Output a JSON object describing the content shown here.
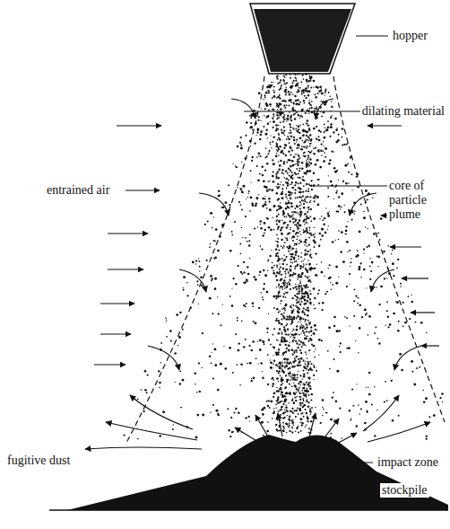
{
  "diagram": {
    "labels": [
      "hopper",
      "dilating material",
      "entrained air",
      "core of particle plume",
      "fugitive dust",
      "impact zone",
      "stockpile"
    ]
  }
}
